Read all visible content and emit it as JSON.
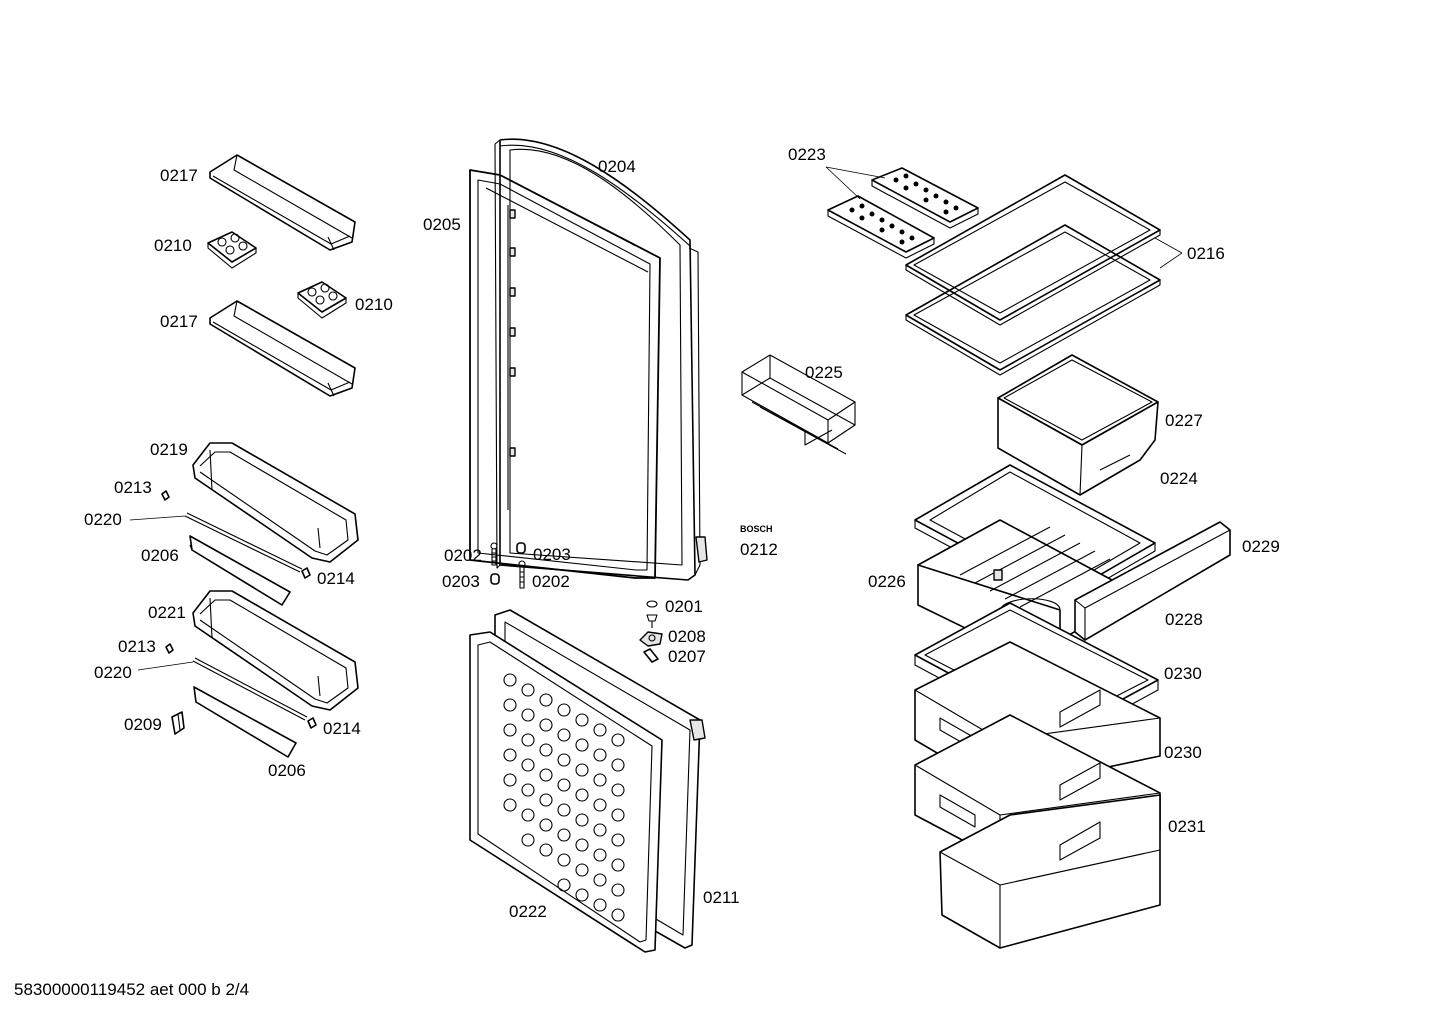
{
  "labels": {
    "l0217a": "0217",
    "l0210a": "0210",
    "l0210b": "0210",
    "l0217b": "0217",
    "l0219": "0219",
    "l0213a": "0213",
    "l0220a": "0220",
    "l0206a": "0206",
    "l0214a": "0214",
    "l0221": "0221",
    "l0213b": "0213",
    "l0220b": "0220",
    "l0209": "0209",
    "l0214b": "0214",
    "l0206b": "0206",
    "l0204": "0204",
    "l0205": "0205",
    "l0202a": "0202",
    "l0203a": "0203",
    "l0203b": "0203",
    "l0202b": "0202",
    "l0201": "0201",
    "l0208": "0208",
    "l0207": "0207",
    "l0212": "0212",
    "l0211": "0211",
    "l0222": "0222",
    "l0223": "0223",
    "l0216": "0216",
    "l0225": "0225",
    "l0227": "0227",
    "l0224": "0224",
    "l0229": "0229",
    "l0226": "0226",
    "l0228": "0228",
    "l0230a": "0230",
    "l0230b": "0230",
    "l0231": "0231"
  },
  "brand_text": "BOSCH",
  "footer_text": "58300000119452 aet 000 b 2/4"
}
